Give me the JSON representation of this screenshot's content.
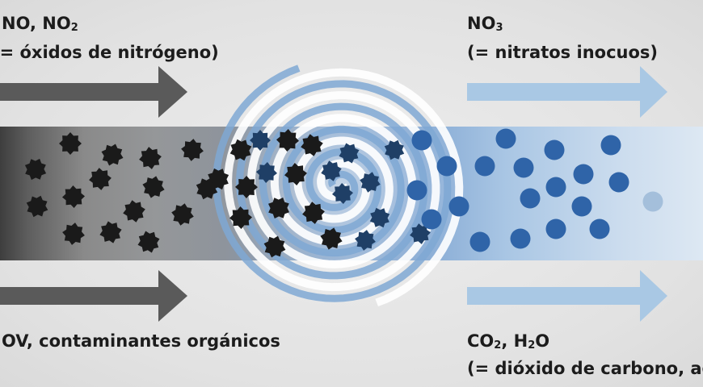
{
  "labels": {
    "nox_formula": {
      "parts": [
        "NO, NO",
        "2"
      ]
    },
    "nox_description": "(= óxidos de nitrógeno)",
    "nitrate_formula": {
      "parts": [
        "NO",
        "3"
      ]
    },
    "nitrate_description": "(= nitratos inocuos)",
    "voc_description": "OV, contaminantes orgánicos",
    "products_formula": {
      "parts": [
        "CO",
        "2",
        ", H",
        "2",
        "O"
      ]
    },
    "products_description": "(= dióxido de carbono, ag"
  },
  "colors": {
    "dark_arrow": "#5a5a5a",
    "light_arrow": "#a9c8e4",
    "pollutant_particle": "#1a1a1a",
    "product_particle": "#2f64a8",
    "band_left": "#4a4a4a",
    "band_right": "#d4e3f1",
    "spiral_light": "#ffffff",
    "spiral_blue": "#7fa8d4"
  },
  "icons": {
    "pollutant_particle": "spiky-sphere-icon",
    "product_particle": "circle-icon",
    "catalyst": "spiral-icon",
    "flow_arrow": "arrow-right-icon"
  }
}
